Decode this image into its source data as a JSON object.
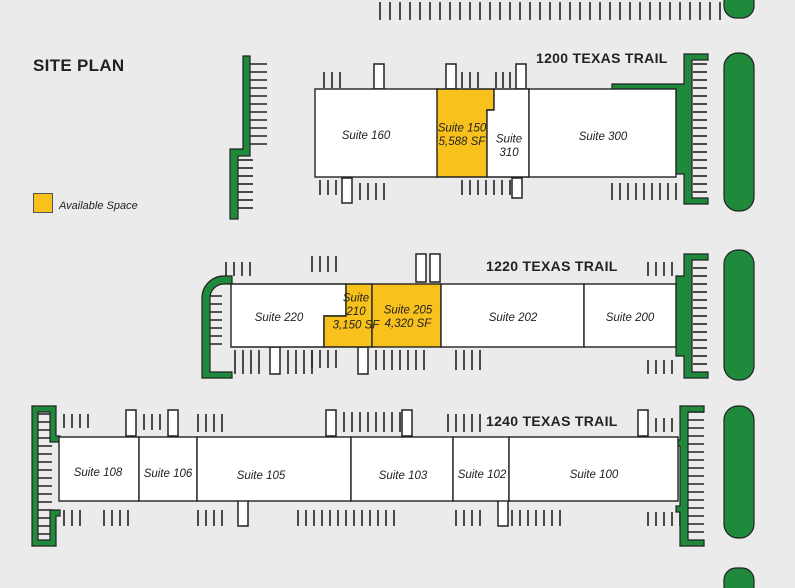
{
  "site_title": "SITE PLAN",
  "legend": {
    "label": "Available Space",
    "color": "#f8c11c"
  },
  "colors": {
    "green": "#1f8a3c",
    "available": "#f8c11c",
    "suite": "#ffffff",
    "background": "#ebebeb"
  },
  "buildings": [
    {
      "id": "1200",
      "name": "1200 TEXAS TRAIL",
      "suites": [
        {
          "id": "160",
          "lines": [
            "Suite 160"
          ],
          "available": false
        },
        {
          "id": "150",
          "lines": [
            "Suite 150",
            "5,588 SF"
          ],
          "available": true
        },
        {
          "id": "310",
          "lines": [
            "Suite",
            "310"
          ],
          "available": false
        },
        {
          "id": "300",
          "lines": [
            "Suite 300"
          ],
          "available": false
        }
      ]
    },
    {
      "id": "1220",
      "name": "1220 TEXAS TRAIL",
      "suites": [
        {
          "id": "220",
          "lines": [
            "Suite 220"
          ],
          "available": false
        },
        {
          "id": "210",
          "lines": [
            "Suite",
            "210",
            "3,150 SF"
          ],
          "available": true
        },
        {
          "id": "205",
          "lines": [
            "Suite 205",
            "4,320 SF"
          ],
          "available": true
        },
        {
          "id": "202",
          "lines": [
            "Suite 202"
          ],
          "available": false
        },
        {
          "id": "200",
          "lines": [
            "Suite 200"
          ],
          "available": false
        }
      ]
    },
    {
      "id": "1240",
      "name": "1240 TEXAS TRAIL",
      "suites": [
        {
          "id": "108",
          "lines": [
            "Suite 108"
          ],
          "available": false
        },
        {
          "id": "106",
          "lines": [
            "Suite 106"
          ],
          "available": false
        },
        {
          "id": "105",
          "lines": [
            "Suite 105"
          ],
          "available": false
        },
        {
          "id": "103",
          "lines": [
            "Suite 103"
          ],
          "available": false
        },
        {
          "id": "102",
          "lines": [
            "Suite 102"
          ],
          "available": false
        },
        {
          "id": "100",
          "lines": [
            "Suite 100"
          ],
          "available": false
        }
      ]
    }
  ]
}
